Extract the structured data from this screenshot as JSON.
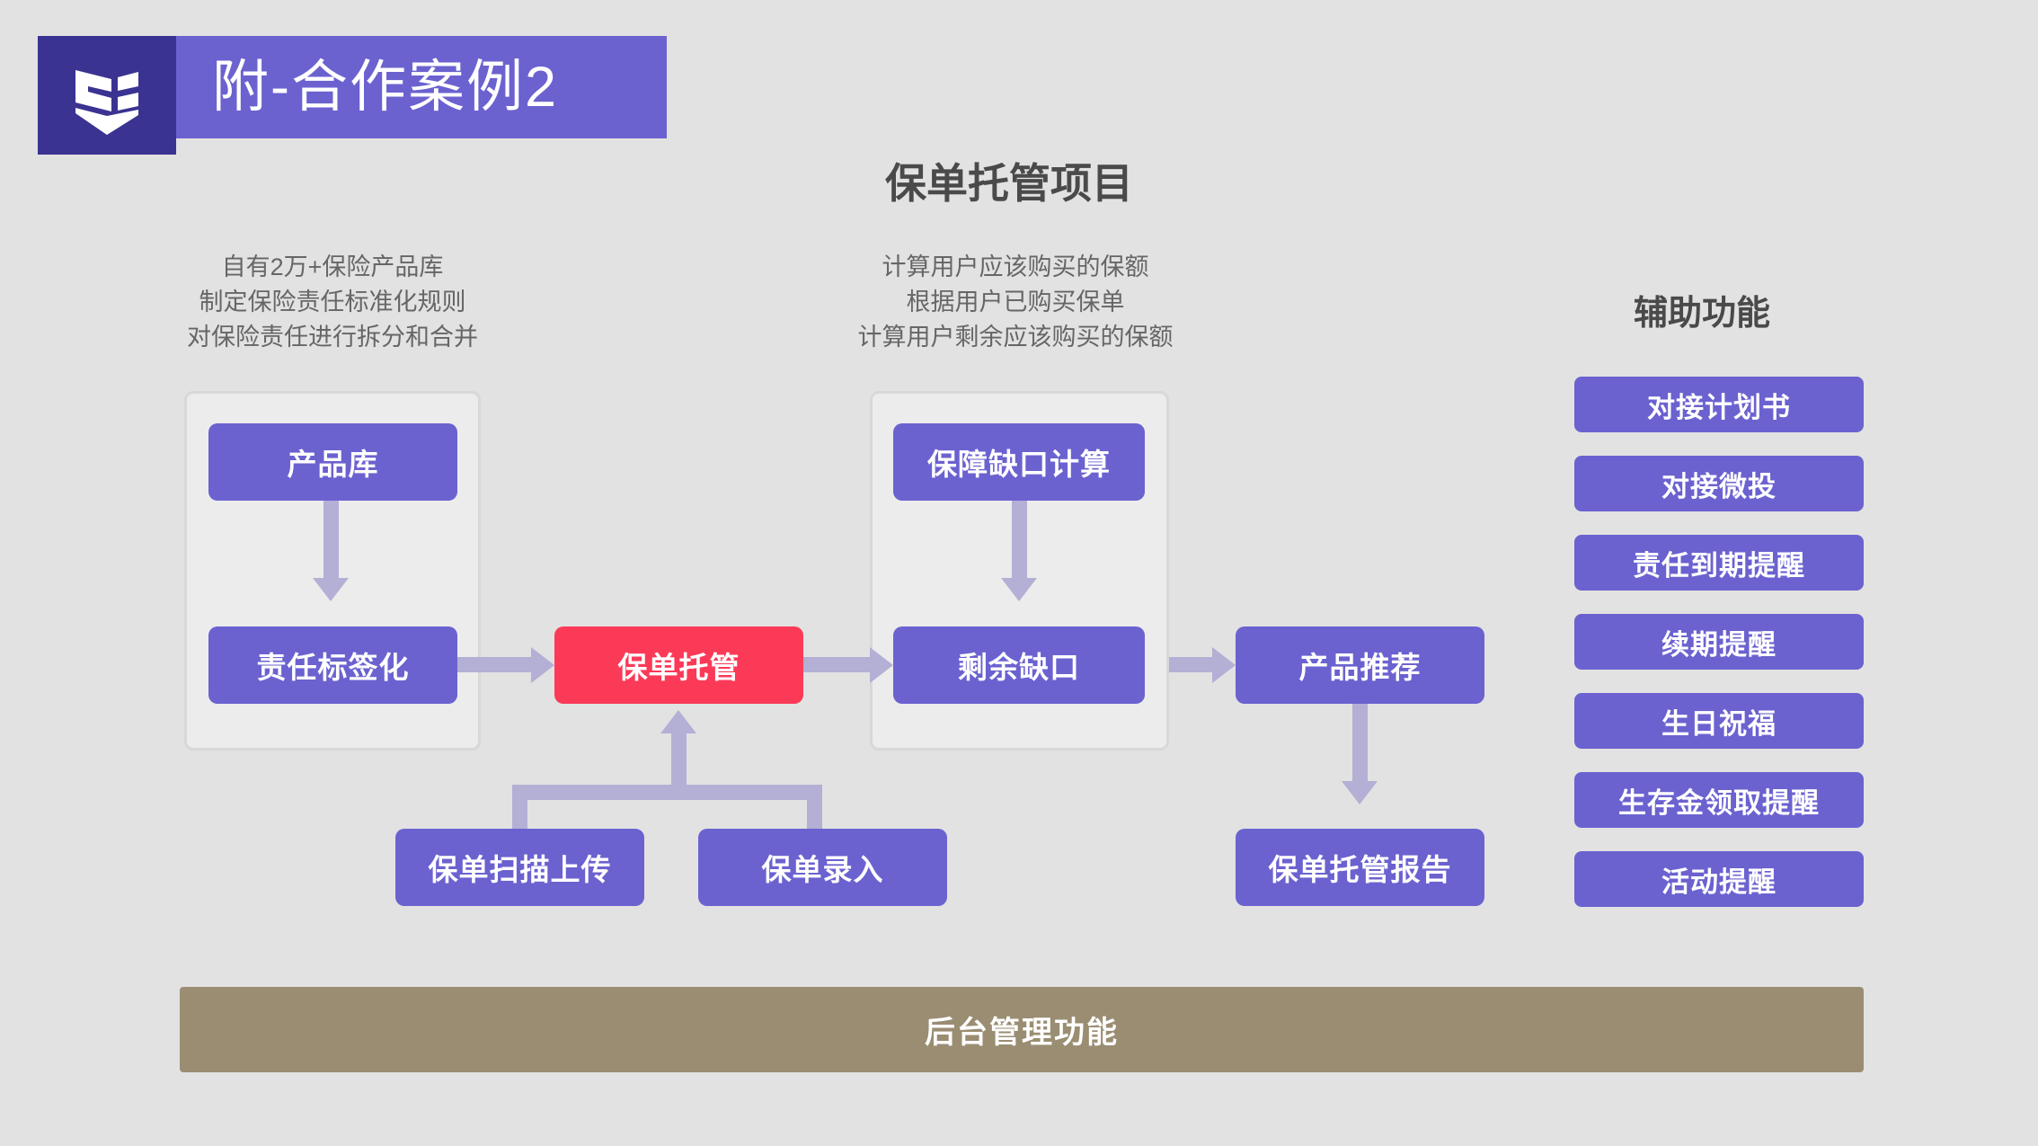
{
  "header": {
    "logo_icon": "shield-book-logo-icon",
    "banner_title": "附-合作案例2",
    "banner_color": "#6b62d0",
    "logo_bg_color": "#3a3391"
  },
  "main": {
    "title": "保单托管项目",
    "notes": {
      "left": [
        "自有2万+保险产品库",
        "制定保险责任标准化规则",
        "对保险责任进行拆分和合并"
      ],
      "middle": [
        "计算用户应该购买的保额",
        "根据用户已购买保单",
        "计算用户剩余应该购买的保额"
      ]
    },
    "nodes": {
      "product_library": "产品库",
      "liability_tagging": "责任标签化",
      "policy_hosting": "保单托管",
      "coverage_gap_calc": "保障缺口计算",
      "remaining_gap": "剩余缺口",
      "product_recommendation": "产品推荐",
      "hosting_report": "保单托管报告",
      "scan_upload": "保单扫描上传",
      "manual_entry": "保单录入"
    },
    "node_color": "#6b62d0",
    "highlight_color": "#fb3a58",
    "connector_color": "#b3afd5"
  },
  "aux": {
    "title": "辅助功能",
    "items": [
      "对接计划书",
      "对接微投",
      "责任到期提醒",
      "续期提醒",
      "生日祝福",
      "生存金领取提醒",
      "活动提醒"
    ]
  },
  "footer": {
    "label": "后台管理功能",
    "color": "#9a8d72"
  }
}
